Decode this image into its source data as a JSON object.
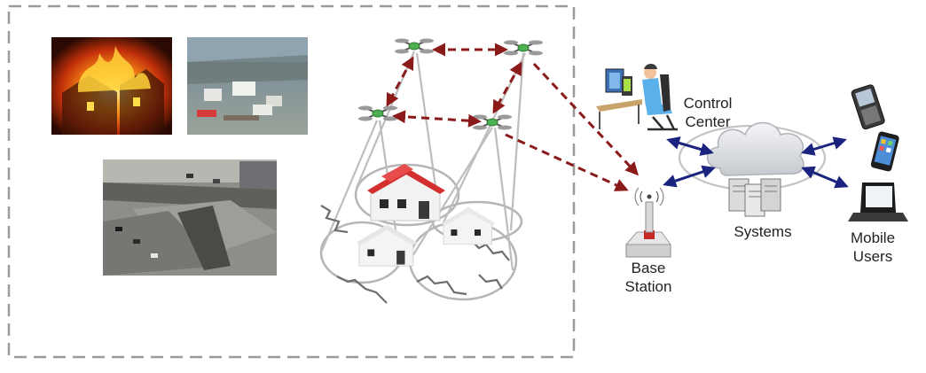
{
  "labels": {
    "control_center": [
      "Control",
      "Center"
    ],
    "systems": "Systems",
    "mobile_users": [
      "Mobile",
      "Users"
    ],
    "base_station": [
      "Base",
      "Station"
    ]
  },
  "photos": [
    {
      "name": "fire-photo",
      "subject": "burning-house"
    },
    {
      "name": "flood-photo",
      "subject": "flooded-town"
    },
    {
      "name": "collapsed-highway-photo",
      "subject": "collapsed-highway"
    }
  ],
  "icons": {
    "drone": "quadcopter-icon",
    "house": "house-icon",
    "base_station": "antenna-tower-icon",
    "cloud": "cloud-icon",
    "servers": "server-icon",
    "operator": "operator-at-desk-icon",
    "phones": [
      "blackberry-phone-icon",
      "smartphone-icon",
      "laptop-icon"
    ]
  },
  "colors": {
    "dashed_border": "#9a9a9a",
    "drone_link": "#8b1a1a",
    "network_link": "#1a237e",
    "house_roof": "#d32f2f",
    "cloud": "#e2e4e8"
  }
}
